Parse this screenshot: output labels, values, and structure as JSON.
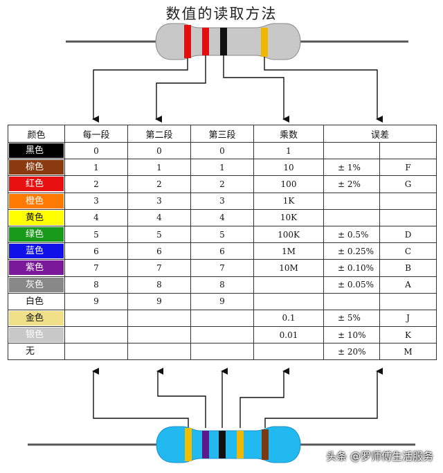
{
  "title": "数值的读取方法",
  "watermark": "头条 @罗师傅生活服务",
  "headers": {
    "color": "颜色",
    "first": "每一段",
    "second": "第二段",
    "third": "第三段",
    "multiplier": "乘数",
    "tolerance": "误差"
  },
  "top_resistor": {
    "body_color": "#c8c8c8",
    "bands": [
      "#e01010",
      "#e01010",
      "#111111",
      "#f0b800"
    ]
  },
  "bottom_resistor": {
    "body_color": "#22b8f0",
    "bands": [
      "#f0c000",
      "#5a1a8a",
      "#111111",
      "#f0b800",
      "#7a3a12"
    ]
  },
  "rows": [
    {
      "name": "黑色",
      "swatch": "#000000",
      "text": "#ffffff",
      "d1": "0",
      "d2": "0",
      "d3": "0",
      "mult": "1",
      "tol": "",
      "code": ""
    },
    {
      "name": "棕色",
      "swatch": "#8b3a0f",
      "text": "#ffffff",
      "d1": "1",
      "d2": "1",
      "d3": "1",
      "mult": "10",
      "tol": "± 1%",
      "code": "F"
    },
    {
      "name": "红色",
      "swatch": "#e81010",
      "text": "#ffffff",
      "d1": "2",
      "d2": "2",
      "d3": "2",
      "mult": "100",
      "tol": "± 2%",
      "code": "G"
    },
    {
      "name": "橙色",
      "swatch": "#ff7a00",
      "text": "#ffffff",
      "d1": "3",
      "d2": "3",
      "d3": "3",
      "mult": "1K",
      "tol": "",
      "code": ""
    },
    {
      "name": "黄色",
      "swatch": "#ffff00",
      "text": "#111111",
      "d1": "4",
      "d2": "4",
      "d3": "4",
      "mult": "10K",
      "tol": "",
      "code": ""
    },
    {
      "name": "绿色",
      "swatch": "#1a9a1a",
      "text": "#ffffff",
      "d1": "5",
      "d2": "5",
      "d3": "5",
      "mult": "100K",
      "tol": "± 0.5%",
      "code": "D"
    },
    {
      "name": "蓝色",
      "swatch": "#1010e8",
      "text": "#ffffff",
      "d1": "6",
      "d2": "6",
      "d3": "6",
      "mult": "1M",
      "tol": "± 0.25%",
      "code": "C"
    },
    {
      "name": "紫色",
      "swatch": "#7a1a9a",
      "text": "#ffffff",
      "d1": "7",
      "d2": "7",
      "d3": "7",
      "mult": "10M",
      "tol": "± 0.10%",
      "code": "B"
    },
    {
      "name": "灰色",
      "swatch": "#888888",
      "text": "#ffffff",
      "d1": "8",
      "d2": "8",
      "d3": "8",
      "mult": "",
      "tol": "± 0.05%",
      "code": "A"
    },
    {
      "name": "白色",
      "swatch": "#ffffff",
      "text": "#111111",
      "d1": "9",
      "d2": "9",
      "d3": "9",
      "mult": "",
      "tol": "",
      "code": ""
    },
    {
      "name": "金色",
      "swatch": "#f0e08a",
      "text": "#111111",
      "d1": "",
      "d2": "",
      "d3": "",
      "mult": "0.1",
      "tol": "± 5%",
      "code": "J"
    },
    {
      "name": "银色",
      "swatch": "#c8c8c8",
      "text": "#ffffff",
      "d1": "",
      "d2": "",
      "d3": "",
      "mult": "0.01",
      "tol": "± 10%",
      "code": "K"
    },
    {
      "name": "无",
      "swatch": "#ffffff",
      "text": "#111111",
      "d1": "",
      "d2": "",
      "d3": "",
      "mult": "",
      "tol": "± 20%",
      "code": "M"
    }
  ]
}
